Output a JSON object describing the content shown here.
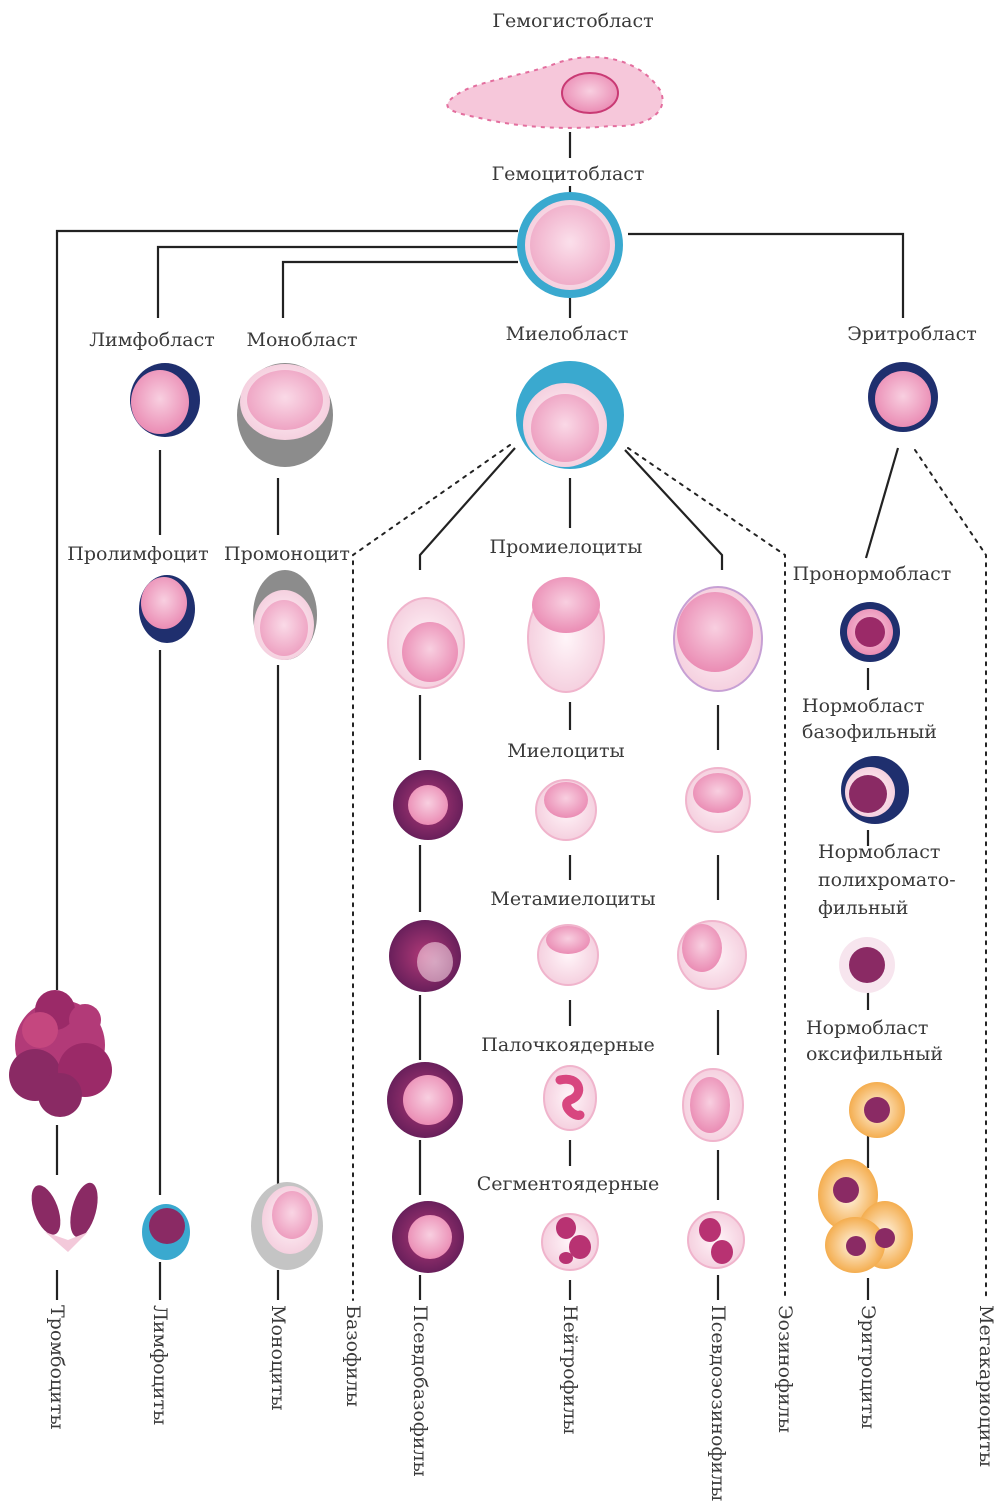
{
  "title": "Гемогистобласт",
  "stem": "Гемоцитобласт",
  "blasts": {
    "lymphoblast": "Лимфобласт",
    "monoblast": "Монобласт",
    "myeloblast": "Миелобласт",
    "erythroblast": "Эритробласт"
  },
  "stages": {
    "prolymphocyte": "Пролимфоцит",
    "promonocyte": "Промоноцит",
    "promyelocytes": "Промиелоциты",
    "myelocytes": "Миелоциты",
    "metamyelocytes": "Метамиелоциты",
    "band": "Палочкоядерные",
    "segmented": "Сегментоядерные",
    "pronormoblast": "Пронормобласт",
    "normoblast_basophilic": [
      "Нормобласт",
      "базофильный"
    ],
    "normoblast_polychromatophilic": [
      "Нормобласт",
      "полихромато-",
      "фильный"
    ],
    "normoblast_oxyphilic": [
      "Нормобласт",
      "оксифильный"
    ]
  },
  "final_cells": {
    "thrombocytes": "Тромбоциты",
    "lymphocytes": "Лимфоциты",
    "monocytes": "Моноциты",
    "basophils": "Базофилы",
    "pseudobasophils": "Псевдобазофилы",
    "neutrophils": "Нейтрофилы",
    "pseudoeosinophils": "Псевдоэозинофилы",
    "eosinophils": "Эозинофилы",
    "erythrocytes": "Эритроциты",
    "megakaryocytes": "Мегакариоциты"
  },
  "colors": {
    "cytoplasm_pink": "#f4b8cf",
    "nucleus_magenta": "#d8467f",
    "dark_granule": "#4a1a4a",
    "cyan_rim": "#3aa9cf",
    "navy_rim": "#1f2f6e",
    "grey_cytoplasm": "#8c8c8c",
    "orange_rbc": "#f3a640",
    "line": "#222222"
  }
}
